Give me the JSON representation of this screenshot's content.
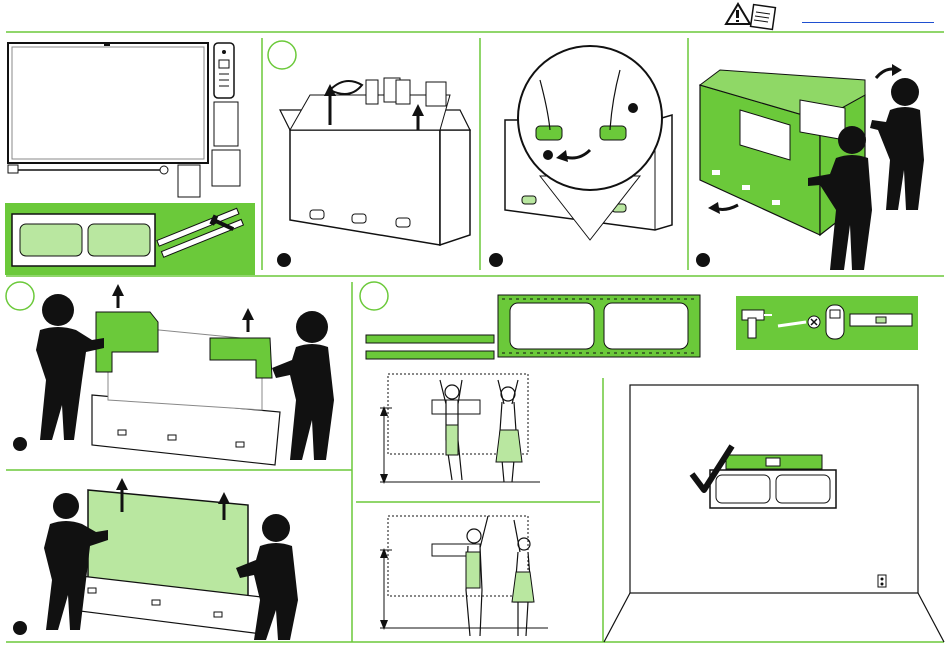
{
  "header": {
    "link_text": ""
  },
  "colors": {
    "accent_green": "#6bc93a",
    "light_green": "#b9e7a0",
    "pale_green": "#d8f2c9",
    "ink": "#111111",
    "line": "#6bc93a"
  },
  "icons": [
    "warning-manual-icon",
    "tv-screen",
    "remote-control",
    "power-cord",
    "wall-mount-bracket",
    "mounting-rails",
    "mounting-screw",
    "drill-icon",
    "screwdriver-icon",
    "stud-finder-icon",
    "level-icon",
    "checkmark-icon",
    "up-arrow-icon",
    "rotate-arrow-icon",
    "person-figure"
  ]
}
